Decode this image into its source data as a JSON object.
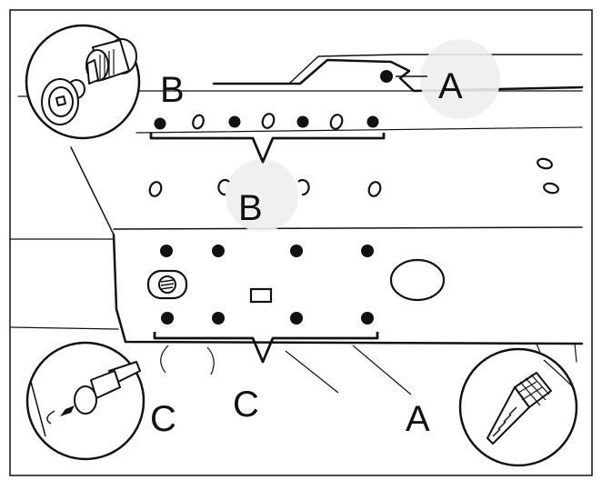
{
  "diagram": {
    "labels": {
      "a_upper": "A",
      "a_lower": "A",
      "b_upper": "B",
      "b_center": "B",
      "c_left": "C",
      "c_center": "C"
    },
    "insets": {
      "top_left_icon": "blind-rivet-nut-icon",
      "bottom_left_icon": "drill-bit-in-hole-icon",
      "bottom_right_icon": "drill-bit-icon"
    },
    "colors": {
      "line": "#111111",
      "background": "#ffffff",
      "label_halo": "#eeeeee"
    }
  }
}
